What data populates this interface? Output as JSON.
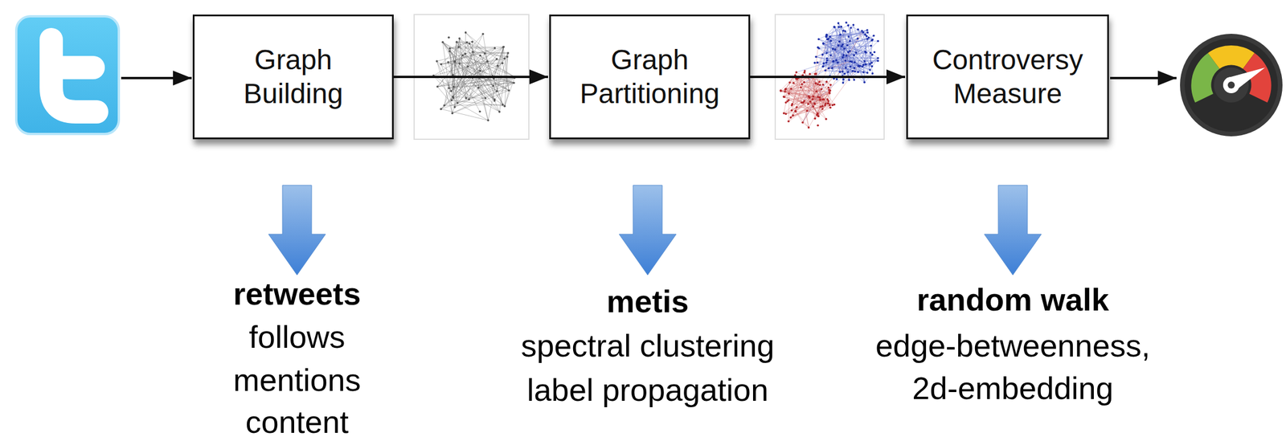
{
  "diagram": {
    "nodes": [
      {
        "text": [
          "Graph Building"
        ]
      },
      {
        "text": [
          "Graph Partitioning"
        ]
      },
      {
        "text": [
          "Controversy Measure"
        ]
      }
    ],
    "edges": [
      {
        "from": 0,
        "to": 1,
        "arrow": "to"
      },
      {
        "from": 1,
        "to": 2,
        "arrow": "to"
      }
    ],
    "labels": [
      "retweets",
      "follows",
      "mentions",
      "content",
      "metis",
      "spectral clustering",
      "label propagation",
      "random walk",
      "edge-betweenness,",
      "2d-embedding"
    ]
  }
}
